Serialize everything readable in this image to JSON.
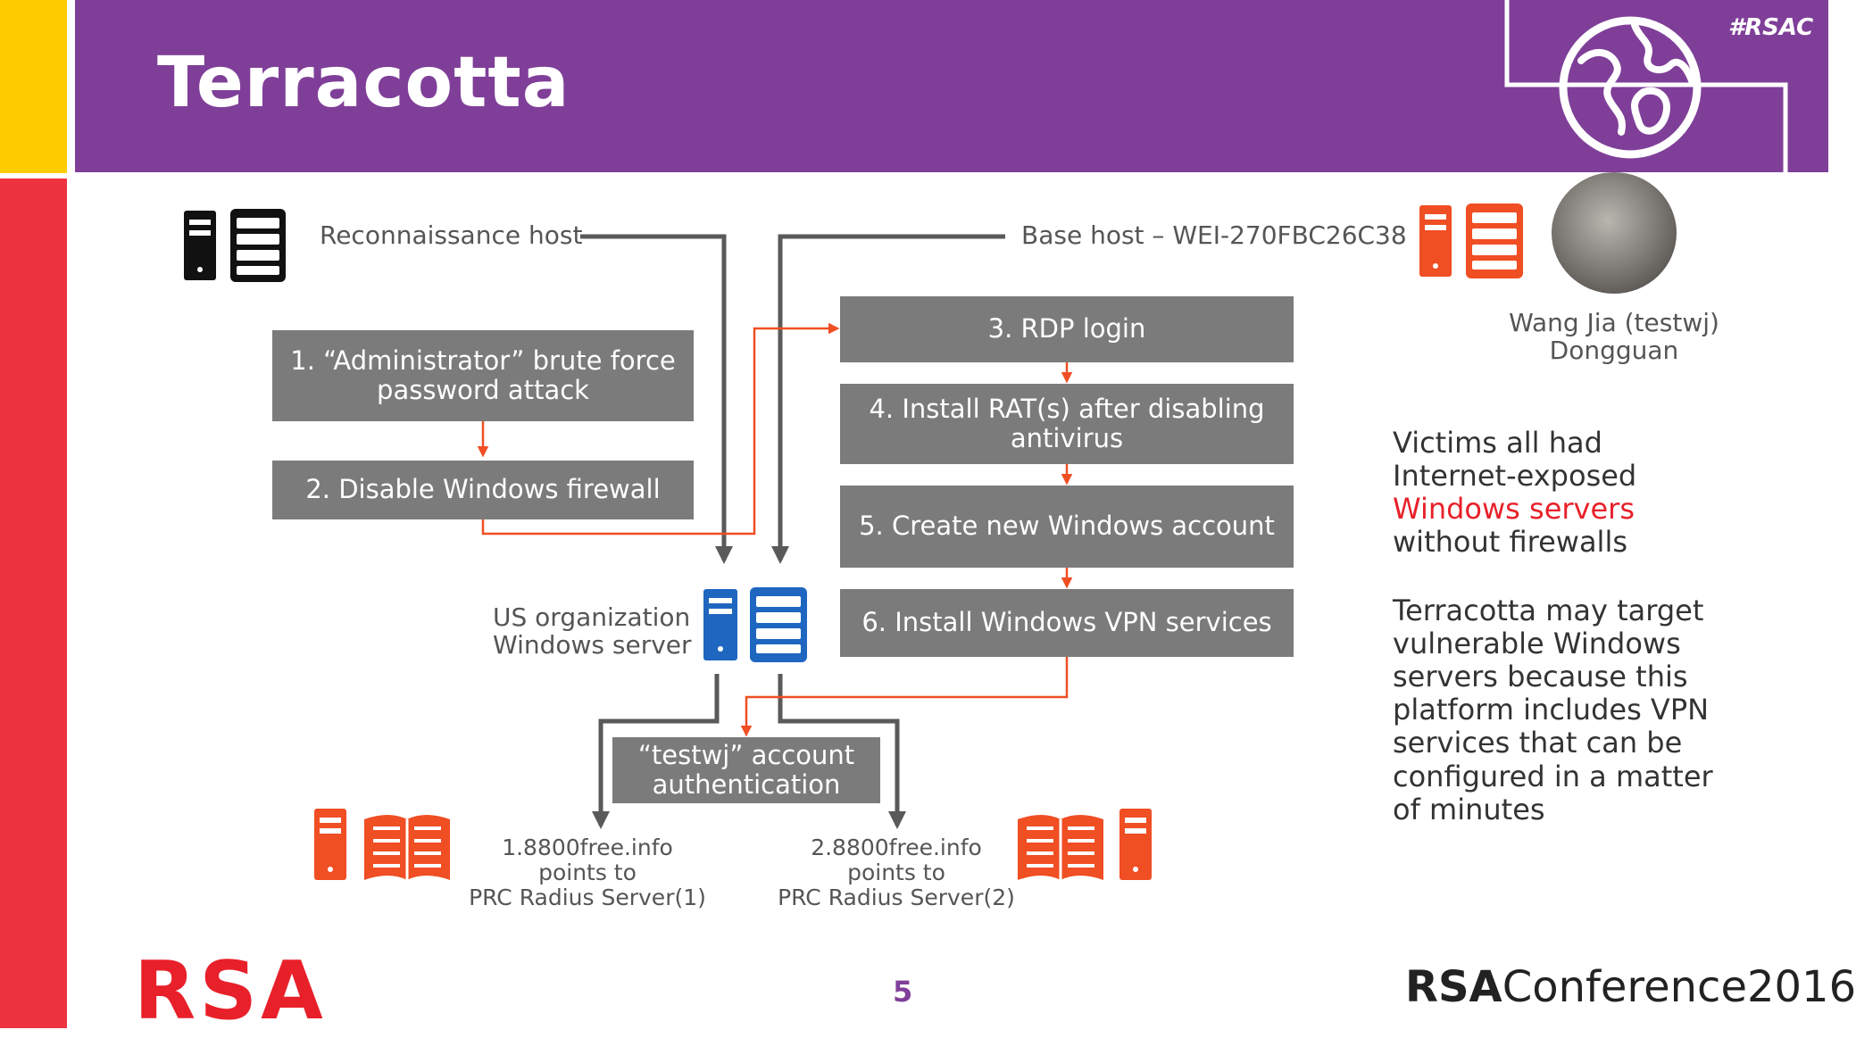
{
  "header": {
    "title": "Terracotta",
    "hashtag": "#RSAC"
  },
  "hosts": {
    "recon": "Reconnaissance host",
    "base": "Base host – WEI-270FBC26C38",
    "us_org": [
      "US organization",
      "Windows server"
    ],
    "radius1": [
      "1.8800free.info",
      "points to",
      "PRC Radius Server(1)"
    ],
    "radius2": [
      "2.8800free.info",
      "points to",
      "PRC Radius Server(2)"
    ]
  },
  "attacker": {
    "name": "Wang Jia (testwj)",
    "location": "Dongguan"
  },
  "steps": {
    "s1": [
      "1. “Administrator” brute force",
      "password attack"
    ],
    "s2": "2. Disable Windows firewall",
    "s3": "3. RDP login",
    "s4": [
      "4. Install RAT(s) after disabling",
      "antivirus"
    ],
    "s5": "5. Create new Windows account",
    "s6": "6. Install Windows VPN services",
    "auth": [
      "“testwj” account",
      "authentication"
    ]
  },
  "notes": {
    "victims": {
      "line1": "Victims all had",
      "line2": "Internet-exposed",
      "highlight": "Windows servers",
      "line4": "without firewalls"
    },
    "terracotta": [
      "Terracotta may target",
      "vulnerable Windows",
      "servers because this",
      "platform includes VPN",
      "services that can be",
      "configured in a matter",
      "of minutes"
    ]
  },
  "footer": {
    "logo": "RSA",
    "page_number": "5",
    "conf_bold": "RSA",
    "conf_rest": "Conference2016"
  },
  "colors": {
    "purple": "#7F3F98",
    "yellow": "#FFCC00",
    "red": "#EE3340",
    "orange": "#F04E23",
    "blue": "#1F66C0",
    "step_gray": "#7B7B7B"
  },
  "icons": {
    "recon": "black-server-icon",
    "base": "orange-server-icon",
    "us_org": "blue-server-icon",
    "radius": "orange-book-server-icon",
    "header": "globe-icon"
  }
}
